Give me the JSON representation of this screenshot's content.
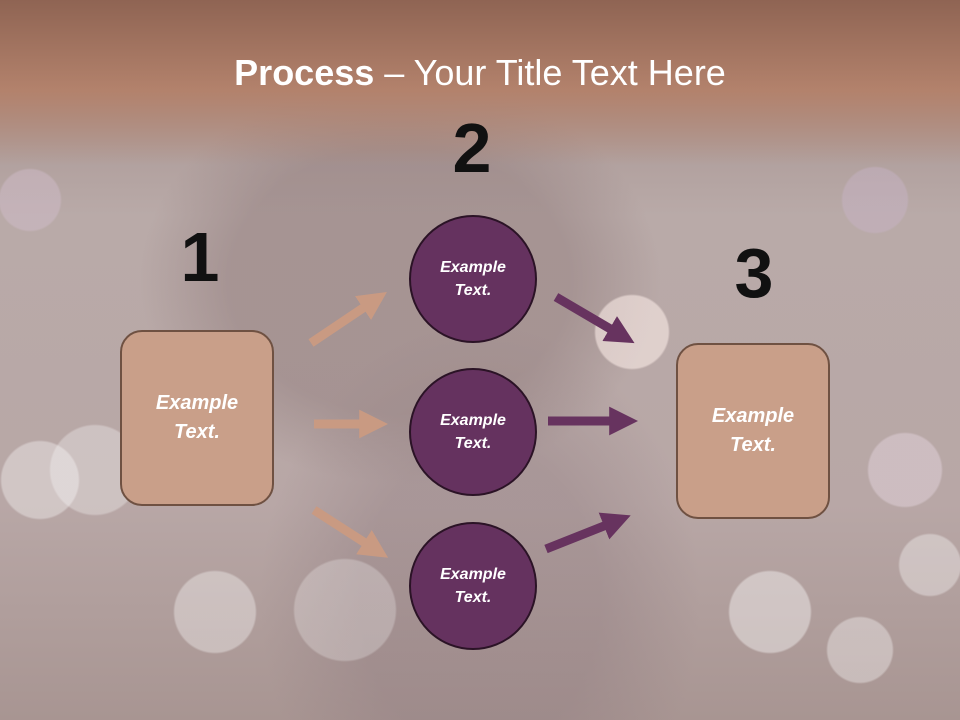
{
  "title": {
    "bold": "Process",
    "rest": " – Your Title Text Here"
  },
  "steps": [
    {
      "number": "1",
      "line1": "Example",
      "line2": "Text."
    },
    {
      "number": "2"
    },
    {
      "number": "3",
      "line1": "Example",
      "line2": "Text."
    }
  ],
  "middle_items": [
    {
      "line1": "Example",
      "line2": "Text."
    },
    {
      "line1": "Example",
      "line2": "Text."
    },
    {
      "line1": "Example",
      "line2": "Text."
    }
  ],
  "colors": {
    "box_fill": "#c99f89",
    "circle_fill": "#65325f",
    "arrow_left": "#c99a82",
    "arrow_right": "#67335f"
  }
}
